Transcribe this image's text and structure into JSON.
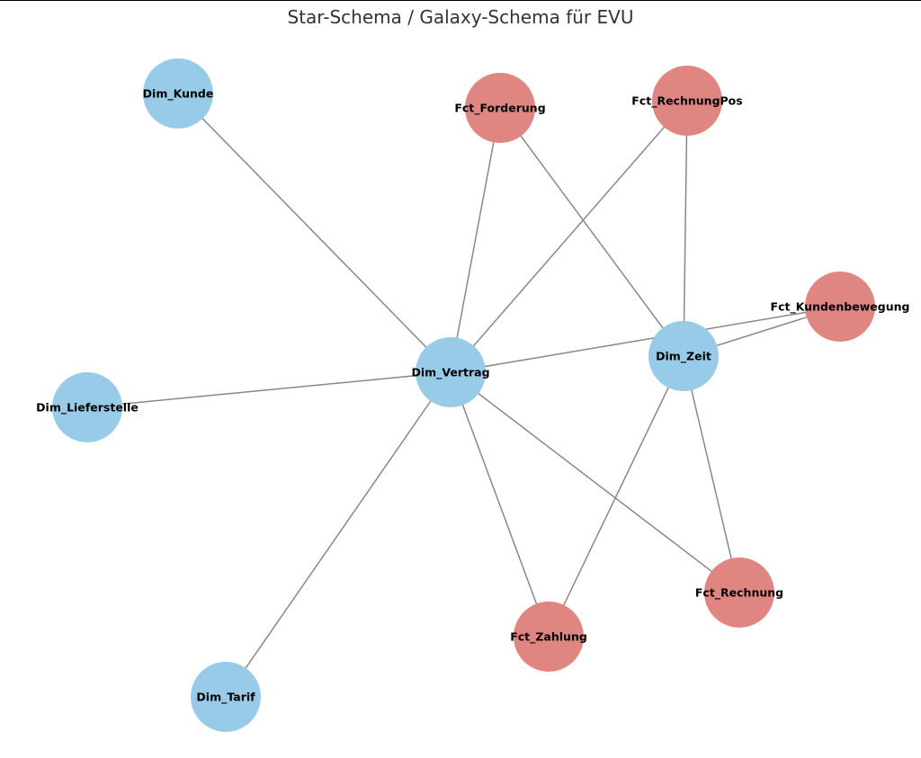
{
  "title": "Star-Schema / Galaxy-Schema für EVU",
  "colors": {
    "dimension": "#97cbe8",
    "fact": "#e08682",
    "edge": "#888888"
  },
  "nodes": [
    {
      "id": "Dim_Kunde",
      "type": "dimension"
    },
    {
      "id": "Fct_Forderung",
      "type": "fact"
    },
    {
      "id": "Fct_RechnungPos",
      "type": "fact"
    },
    {
      "id": "Fct_Kundenbewegung",
      "type": "fact"
    },
    {
      "id": "Dim_Vertrag",
      "type": "dimension"
    },
    {
      "id": "Dim_Zeit",
      "type": "dimension"
    },
    {
      "id": "Dim_Lieferstelle",
      "type": "dimension"
    },
    {
      "id": "Fct_Rechnung",
      "type": "fact"
    },
    {
      "id": "Fct_Zahlung",
      "type": "fact"
    },
    {
      "id": "Dim_Tarif",
      "type": "dimension"
    }
  ],
  "edges": [
    [
      "Dim_Vertrag",
      "Dim_Kunde"
    ],
    [
      "Dim_Vertrag",
      "Fct_Forderung"
    ],
    [
      "Dim_Vertrag",
      "Fct_RechnungPos"
    ],
    [
      "Dim_Vertrag",
      "Fct_Kundenbewegung"
    ],
    [
      "Dim_Vertrag",
      "Dim_Lieferstelle"
    ],
    [
      "Dim_Vertrag",
      "Dim_Tarif"
    ],
    [
      "Dim_Vertrag",
      "Fct_Zahlung"
    ],
    [
      "Dim_Vertrag",
      "Fct_Rechnung"
    ],
    [
      "Dim_Zeit",
      "Fct_Forderung"
    ],
    [
      "Dim_Zeit",
      "Fct_RechnungPos"
    ],
    [
      "Dim_Zeit",
      "Fct_Kundenbewegung"
    ],
    [
      "Dim_Zeit",
      "Fct_Zahlung"
    ],
    [
      "Dim_Zeit",
      "Fct_Rechnung"
    ]
  ]
}
